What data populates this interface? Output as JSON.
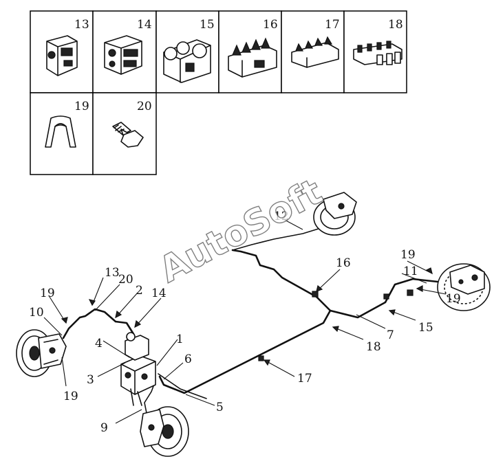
{
  "watermark": "AutoSoft",
  "parts_table": [
    {
      "id": "13",
      "label": "13"
    },
    {
      "id": "14",
      "label": "14"
    },
    {
      "id": "15",
      "label": "15"
    },
    {
      "id": "16",
      "label": "16"
    },
    {
      "id": "17",
      "label": "17"
    },
    {
      "id": "18",
      "label": "18"
    },
    {
      "id": "19",
      "label": "19"
    },
    {
      "id": "20",
      "label": "20"
    }
  ],
  "callouts": {
    "c1": "1",
    "c2": "2",
    "c3": "3",
    "c4": "4",
    "c5": "5",
    "c6": "6",
    "c7": "7",
    "c9": "9",
    "c10": "10",
    "c11": "11",
    "c12": "12",
    "c13": "13",
    "c14": "14",
    "c15": "15",
    "c16": "16",
    "c17": "17",
    "c18": "18",
    "c19a": "19",
    "c19b": "19",
    "c19c": "19",
    "c19d": "19",
    "c20": "20"
  }
}
